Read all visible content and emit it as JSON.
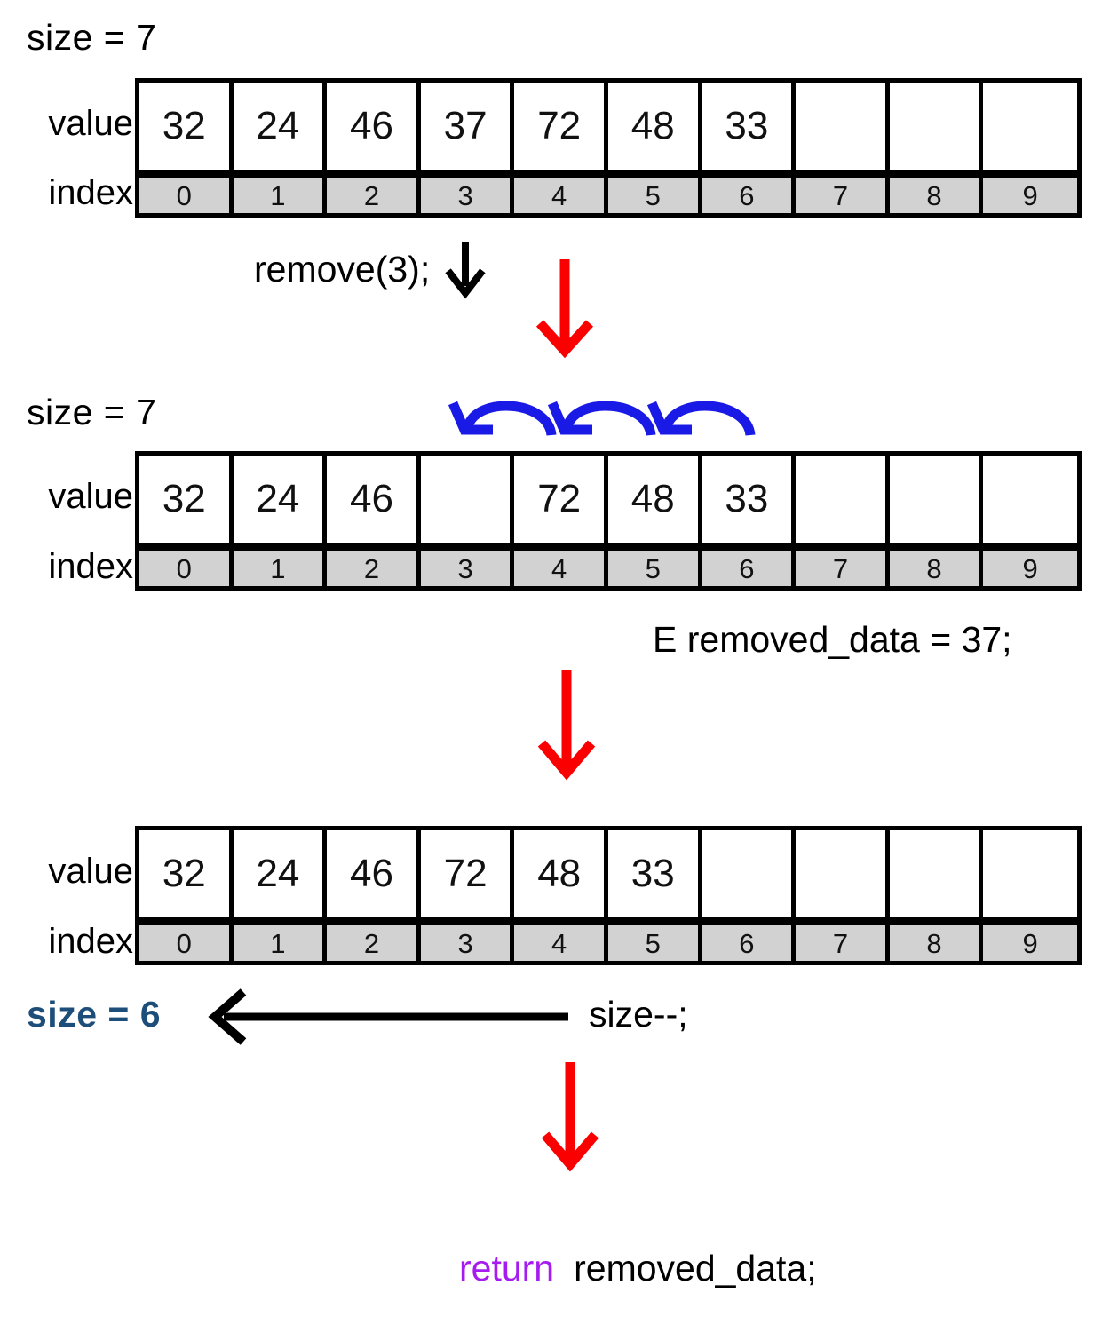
{
  "meta": {
    "title": "Array remove(index) operation diagram",
    "colors": {
      "accent_red": "#fb0000",
      "accent_blue_arrow": "#1a1ae6",
      "size_blue": "#1d4e79",
      "keyword_purple": "#a61bef",
      "index_cell_gray": "#d2d2d2",
      "border_black": "#000000"
    }
  },
  "row_labels": {
    "value": "value",
    "index": "index"
  },
  "index_labels": [
    "0",
    "1",
    "2",
    "3",
    "4",
    "5",
    "6",
    "7",
    "8",
    "9"
  ],
  "stages": [
    {
      "id": "before",
      "size_label": "size = 7",
      "values": [
        "32",
        "24",
        "46",
        "37",
        "72",
        "48",
        "33",
        "",
        "",
        ""
      ]
    },
    {
      "id": "shifted",
      "size_label": "size = 7",
      "values": [
        "32",
        "24",
        "46",
        "",
        "72",
        "48",
        "33",
        "",
        "",
        ""
      ]
    },
    {
      "id": "after",
      "size_label": "",
      "values": [
        "32",
        "24",
        "46",
        "72",
        "48",
        "33",
        "",
        "",
        "",
        ""
      ]
    }
  ],
  "annotations": {
    "remove_call": "remove(3);",
    "removed_data": "E removed_data = 37;",
    "size_decrement": "size--;",
    "size_after": "size = 6",
    "return_keyword": "return",
    "return_expression": "removed_data;"
  },
  "shift_arrows": [
    {
      "from_index": 4,
      "to_index": 3
    },
    {
      "from_index": 5,
      "to_index": 4
    },
    {
      "from_index": 6,
      "to_index": 5
    }
  ]
}
